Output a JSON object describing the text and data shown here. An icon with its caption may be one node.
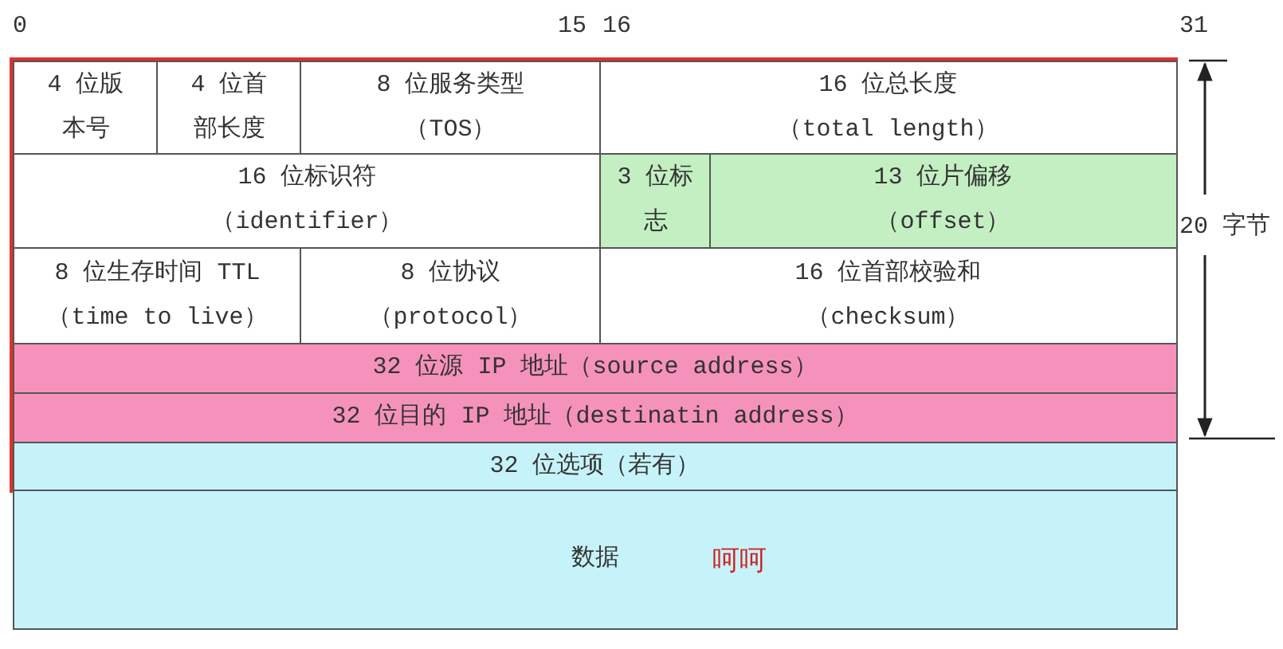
{
  "diagram": {
    "nodes": [
      {
        "text": [
          "4 位版本号"
        ]
      },
      {
        "text": [
          "4 位首部长度"
        ]
      },
      {
        "text": [
          "8 位服务类型",
          "（TOS）"
        ]
      },
      {
        "text": [
          "16 位总长度",
          "（total length）"
        ]
      },
      {
        "text": [
          "16 位标识符",
          "（identifier）"
        ]
      },
      {
        "text": [
          "3 位标志"
        ]
      },
      {
        "text": [
          "13 位片偏移",
          "（offset）"
        ]
      },
      {
        "text": [
          "8 位生存时间 TTL",
          "（time to live）"
        ]
      },
      {
        "text": [
          "8 位协议",
          "（protocol）"
        ]
      },
      {
        "text": [
          "16 位首部校验和",
          "（checksum）"
        ]
      },
      {
        "text": [
          "32 位源 IP 地址（source address）"
        ]
      },
      {
        "text": [
          "32 位目的 IP 地址（destinatin address）"
        ]
      },
      {
        "text": [
          "32 位选项（若有）"
        ]
      },
      {
        "text": [
          "数据"
        ]
      }
    ],
    "edges": [],
    "labels": [
      "0",
      "15",
      "16",
      "31",
      "20 字节",
      "呵呵"
    ]
  }
}
